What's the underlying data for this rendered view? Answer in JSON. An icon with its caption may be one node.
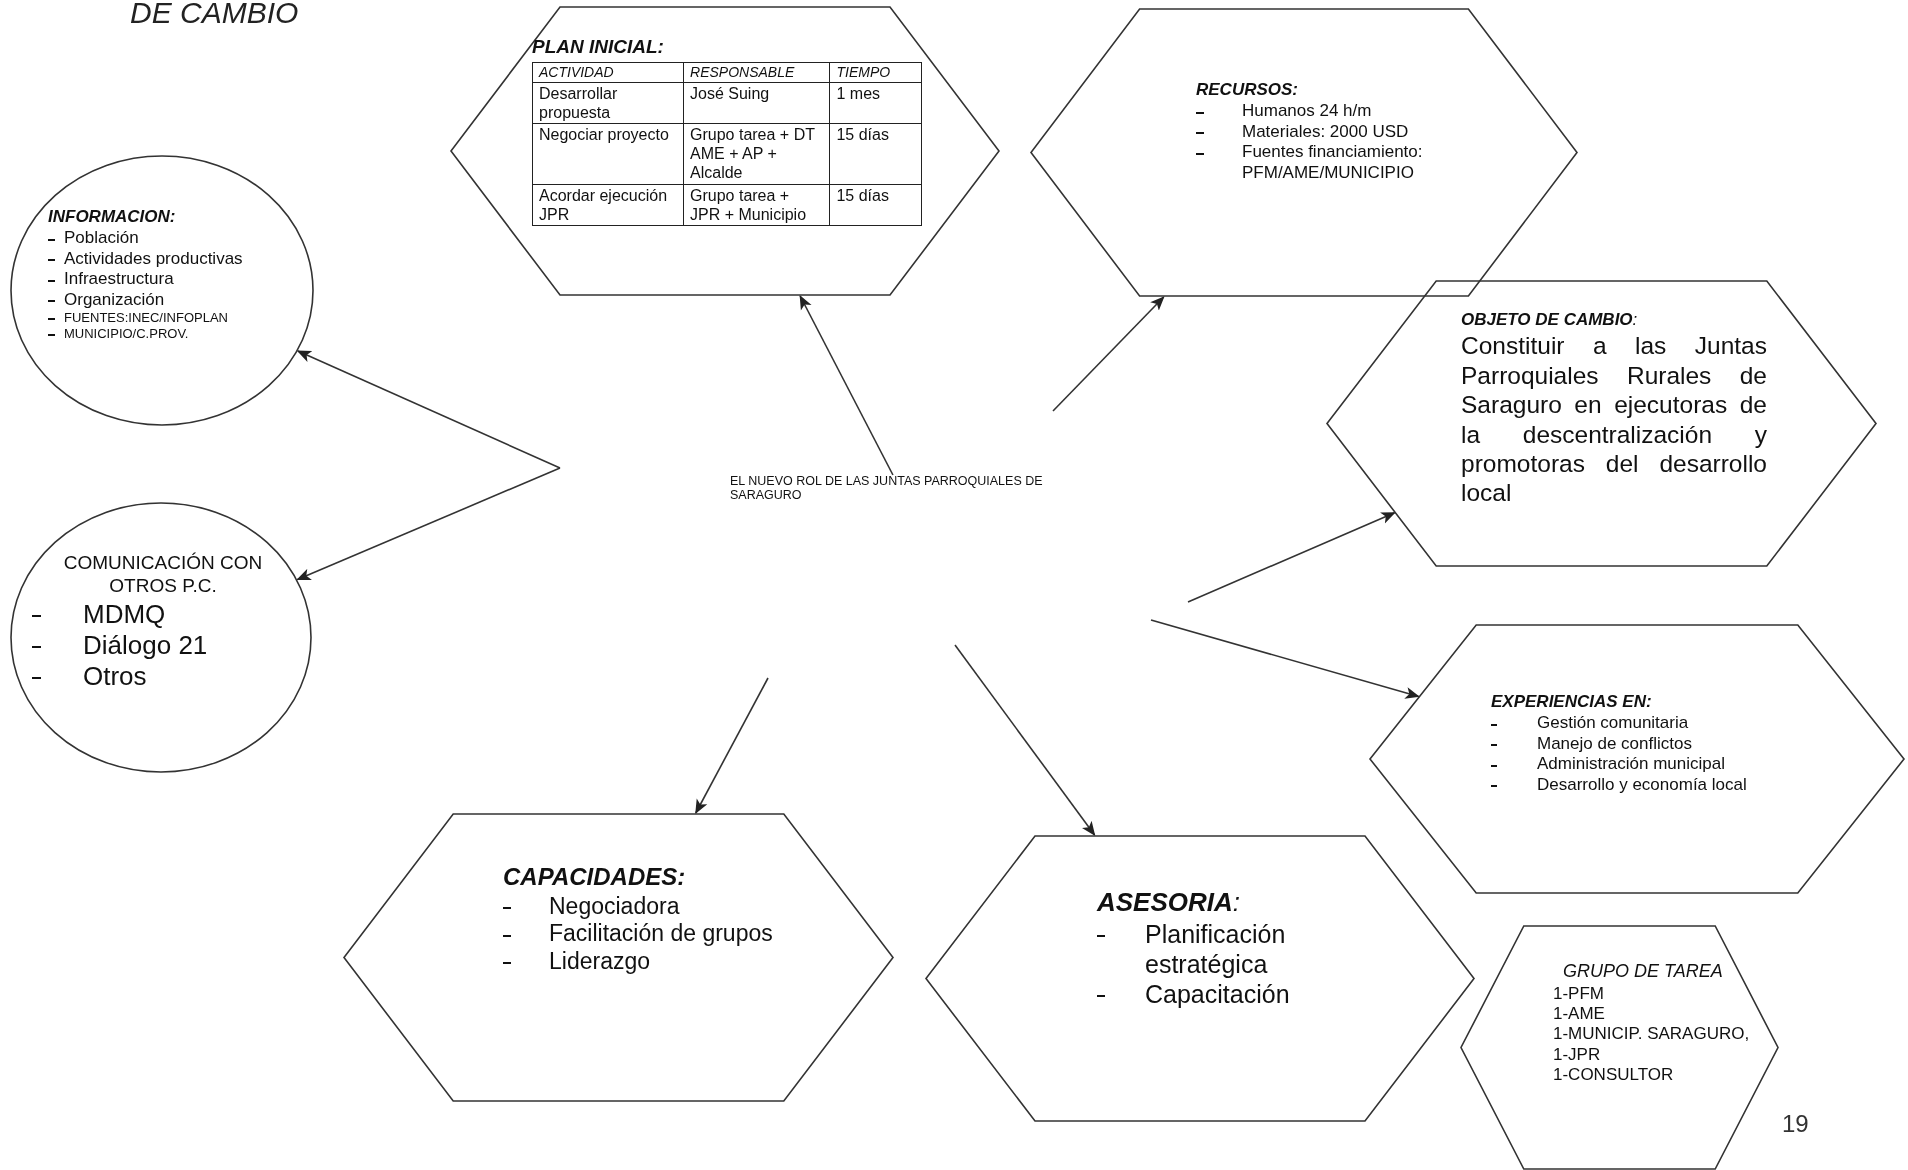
{
  "diagram": {
    "title": "DE CAMBIO",
    "nodes": [
      {
        "text": [
          "**PLAN INICIAL:**",
          "ACTIVIDAD",
          "RESPONSABLE",
          "TIEMPO",
          "Desarrollar propuesta",
          "José Suing",
          "1 mes",
          "Negociar proyecto",
          "Grupo tarea + DT AME + AP + Alcalde",
          "15 días",
          "Acordar ejecución JPR",
          "Grupo tarea + JPR + Municipio",
          "15 días"
        ]
      },
      {
        "text": [
          "**RECURSOS:**",
          "Humanos 24 h/m",
          "Materiales: 2000 USD",
          "Fuentes financiamiento: PFM/AME/MUNICIPIO"
        ]
      },
      {
        "text": [
          "**INFORMACION:**",
          "Población",
          "Actividades productivas",
          "Infraestructura",
          "Organización",
          "FUENTES:INEC/INFOPLAN",
          "MUNICIPIO/C.PROV."
        ]
      },
      {
        "text": [
          "COMUNICACIÓN CON OTROS P.C.",
          "MDMQ",
          "Diálogo 21",
          "Otros"
        ]
      },
      {
        "text": [
          "**OBJETO DE CAMBIO**:",
          "Constituir a las Juntas Parroquiales Rurales de Saraguro en ejecutoras de la descentralización y promotoras del desarrollo local"
        ]
      },
      {
        "text": [
          "**EXPERIENCIAS EN:**",
          "Gestión comunitaria",
          "Manejo de conflictos",
          "Administración municipal",
          "Desarrollo y economía local"
        ]
      },
      {
        "text": [
          "**CAPACIDADES:**",
          "Negociadora",
          "Facilitación de grupos",
          "Liderazgo"
        ]
      },
      {
        "text": [
          "**ASESORIA**:",
          "Planificación estratégica",
          "Capacitación"
        ]
      },
      {
        "text": [
          "GRUPO DE TAREA",
          "1-PFM",
          "1-AME",
          "1-MUNICIP. SARAGURO,",
          "1-JPR",
          "1-CONSULTOR"
        ],
        "beside": [
          "19"
        ]
      },
      {
        "text": [
          "EL NUEVO ROL DE LAS JUNTAS PARROQUIALES DE SARAGURO"
        ]
      }
    ],
    "edges": [
      {
        "from": null,
        "to": 2,
        "arrow": "to"
      },
      {
        "from": null,
        "to": 3,
        "arrow": "to"
      },
      {
        "from": 9,
        "to": 0,
        "arrow": "to"
      },
      {
        "from": null,
        "to": 1,
        "arrow": "to"
      },
      {
        "from": null,
        "to": 4,
        "arrow": "to"
      },
      {
        "from": null,
        "to": 5,
        "arrow": "to"
      },
      {
        "from": null,
        "to": 7,
        "arrow": "to"
      },
      {
        "from": null,
        "to": 6,
        "arrow": "to"
      }
    ],
    "labels": []
  }
}
